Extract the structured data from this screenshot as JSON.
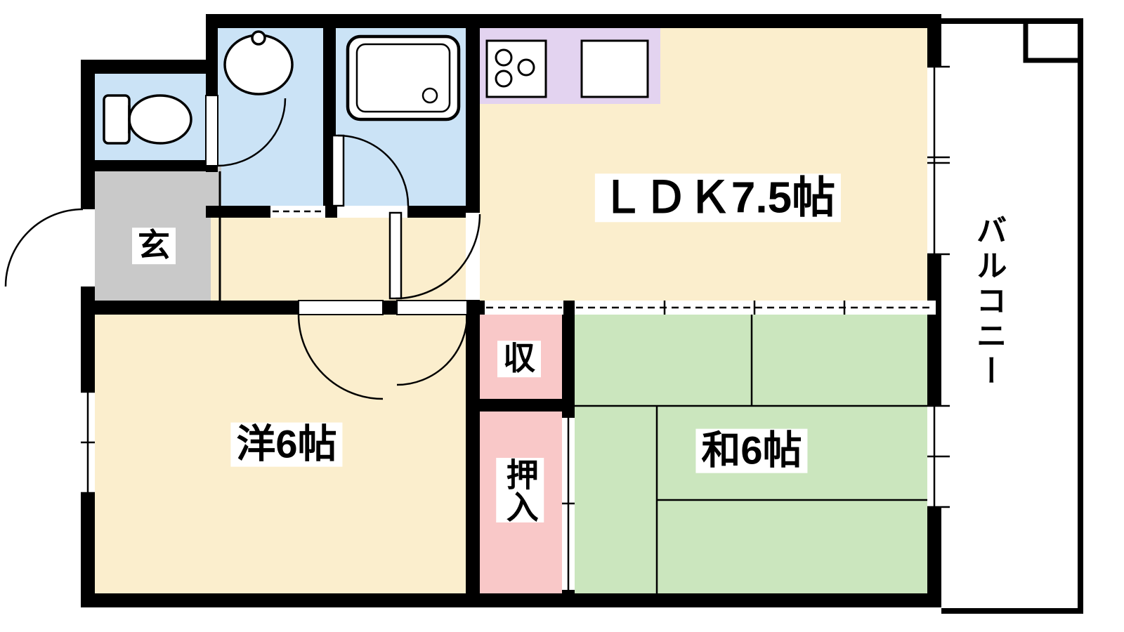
{
  "rooms": {
    "ldk": {
      "label": "ＬＤＫ7.5帖"
    },
    "western": {
      "label": "洋6帖"
    },
    "japanese": {
      "label": "和6帖"
    },
    "entrance": {
      "label": "玄"
    },
    "closet": {
      "label": "収"
    },
    "oshiire": {
      "label": "押入"
    },
    "balcony": {
      "label": "バルコニー"
    }
  },
  "colors": {
    "wall": "#000000",
    "floor_cream": "#FBEECD",
    "wet_area_blue": "#CBE3F6",
    "entrance_gray": "#C9C9C9",
    "closet_pink": "#F9C8C8",
    "tatami_green": "#CBE6BE",
    "kitchen_purple": "#E3D3F0"
  }
}
